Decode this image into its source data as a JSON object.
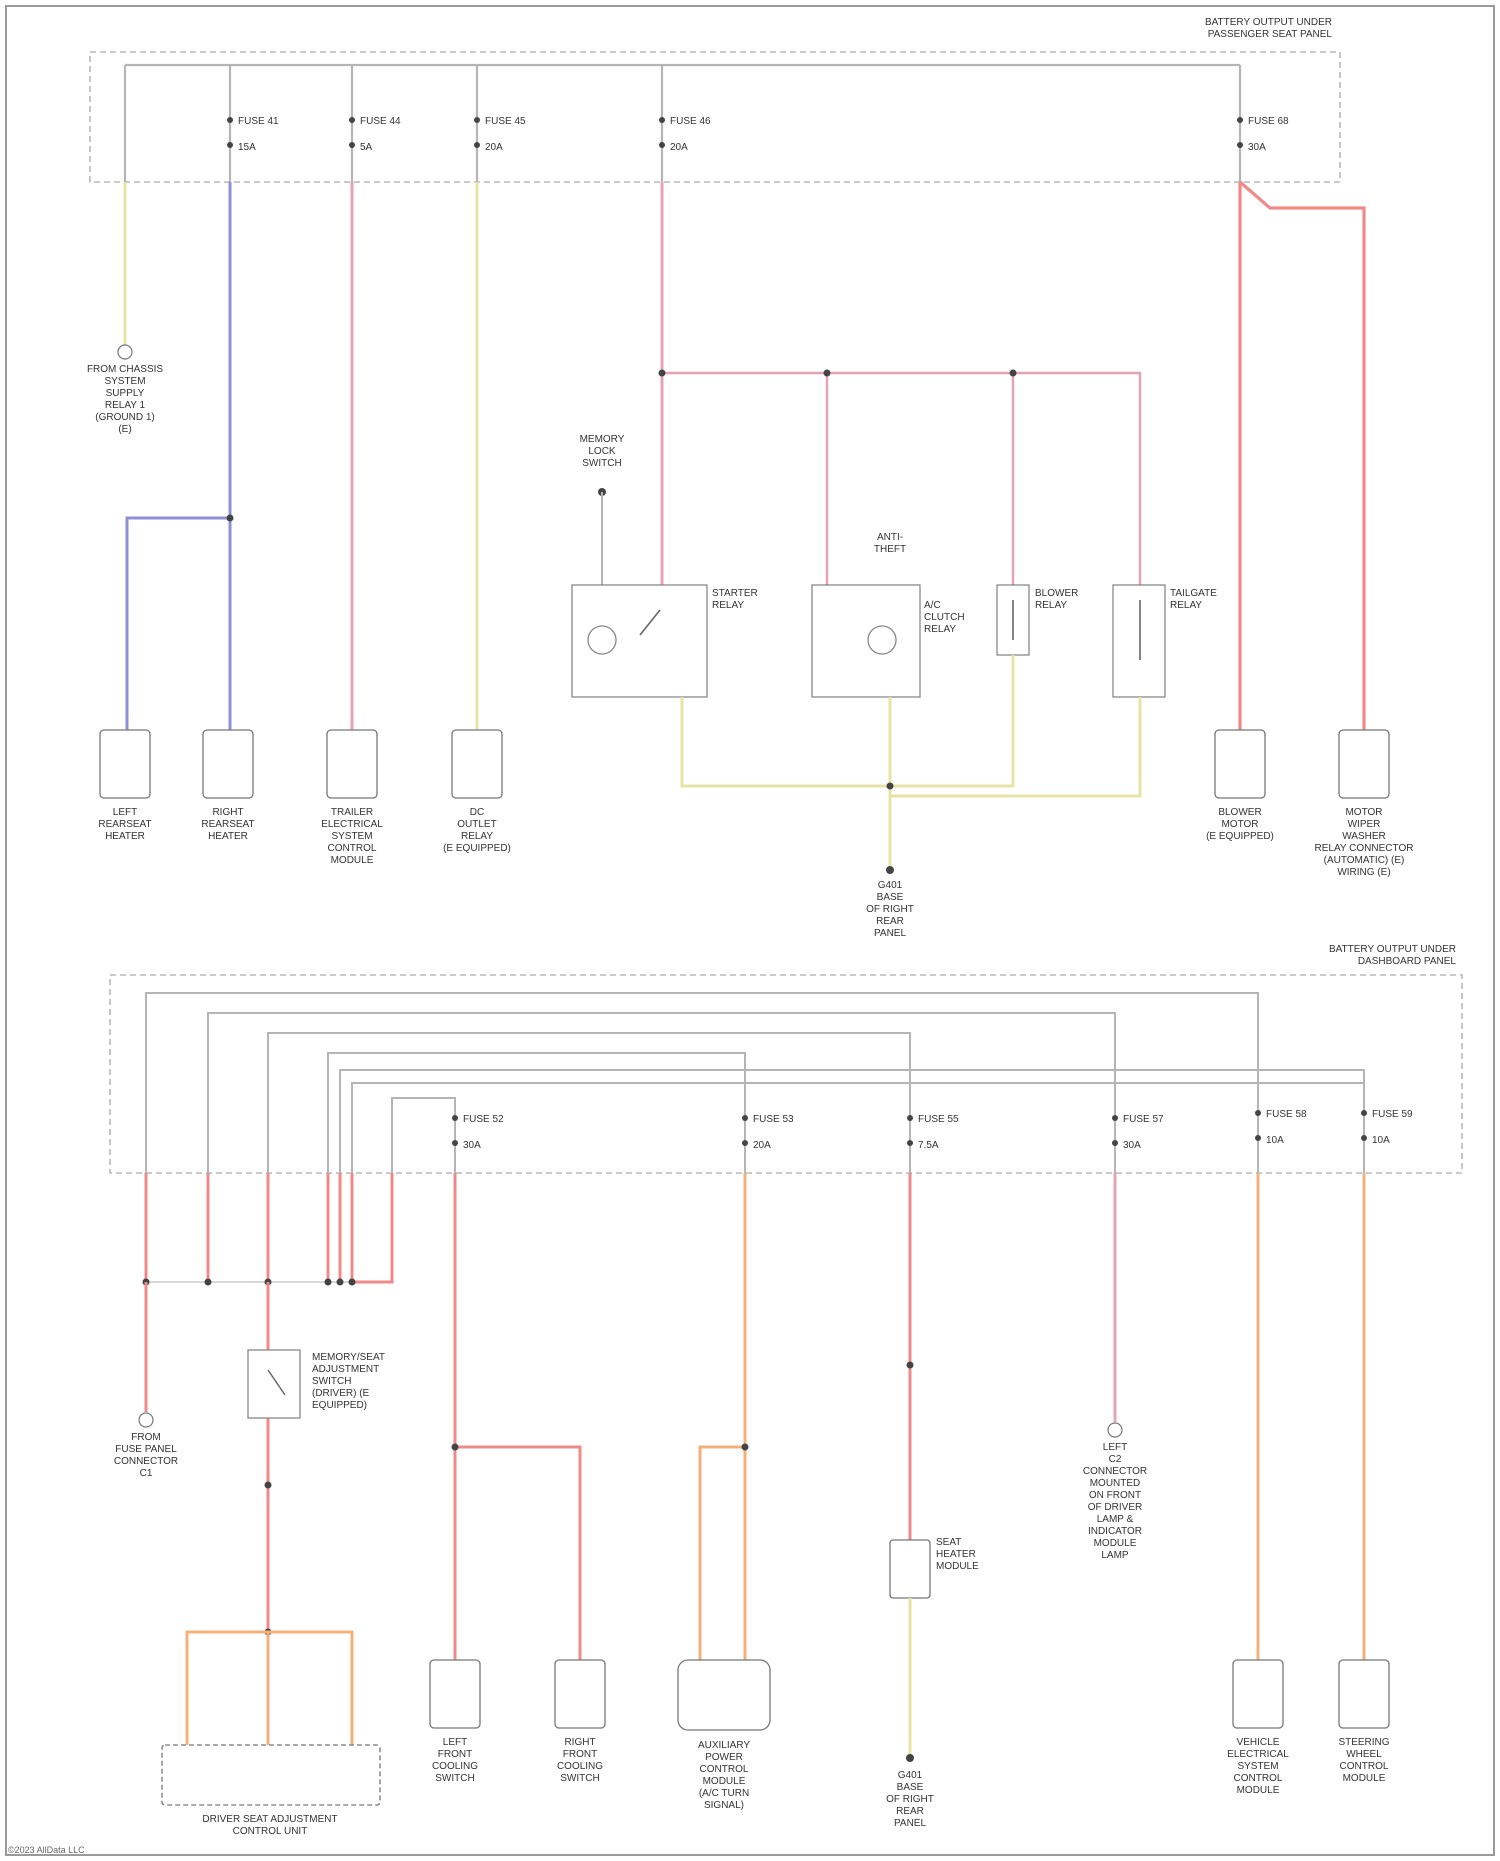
{
  "colors": {
    "wire_red": "#f08a8a",
    "wire_pink": "#e6a3b4",
    "wire_blue": "#8f8fd6",
    "wire_yellow": "#e7e3a5",
    "wire_orange": "#f4b07a",
    "wire_gray": "#b5b5b5",
    "frame": "#9a9a9a"
  },
  "diagram": {
    "top_panel_label": "BATTERY OUTPUT UNDER\nPASSENGER SEAT PANEL",
    "bottom_panel_label": "BATTERY OUTPUT UNDER\nDASHBOARD PANEL",
    "top_fuses": [
      {
        "name": "FUSE 41",
        "rating": "15A"
      },
      {
        "name": "FUSE 44",
        "rating": "5A"
      },
      {
        "name": "FUSE 45",
        "rating": "20A"
      },
      {
        "name": "FUSE 46",
        "rating": "20A"
      },
      {
        "name": "FUSE 68",
        "rating": "30A"
      }
    ],
    "bottom_fuses": [
      {
        "name": "FUSE 52",
        "rating": "30A"
      },
      {
        "name": "FUSE 53",
        "rating": "20A"
      },
      {
        "name": "FUSE 55",
        "rating": "7.5A"
      },
      {
        "name": "FUSE 57",
        "rating": "30A"
      },
      {
        "name": "FUSE 58",
        "rating": "10A"
      },
      {
        "name": "FUSE 59",
        "rating": "10A"
      }
    ],
    "top_components": [
      {
        "label": "LEFT\nREARSEAT\nHEATER"
      },
      {
        "label": "RIGHT\nREARSEAT\nHEATER"
      },
      {
        "label": "TRAILER\nELECTRICAL\nSYSTEM\nCONTROL\nMODULE"
      },
      {
        "label": "DC\nOUTLET\nRELAY\n(E EQUIPPED)"
      },
      {
        "label": "BLOWER\nMOTOR\n(E EQUIPPED)"
      },
      {
        "label": "MOTOR\nWIPER\nWASHER\nRELAY CONNECTOR\n(AUTOMATIC) (E)\nWIRING (E)"
      }
    ],
    "top_misc": {
      "left_connector": "FROM CHASSIS\nSYSTEM\nSUPPLY\nRELAY 1\n(GROUND 1)\n(E)",
      "ground_label": "G401\nBASE\nOF RIGHT\nREAR\nPANEL",
      "relays": [
        "STARTER\nRELAY",
        "A/C\nCLUTCH\nRELAY",
        "BLOWER\nRELAY",
        "TAILGATE\nRELAY"
      ],
      "sensor_label": "MEMORY\nLOCK\nSWITCH",
      "anti_theft_label": "ANTI-\nTHEFT"
    },
    "bottom_components": [
      {
        "label": "DRIVER SEAT ADJUSTMENT\nCONTROL UNIT"
      },
      {
        "label": "LEFT\nFRONT\nCOOLING\nSWITCH"
      },
      {
        "label": "RIGHT\nFRONT\nCOOLING\nSWITCH"
      },
      {
        "label": "AUXILIARY\nPOWER\nCONTROL\nMODULE\n(A/C TURN\nSIGNAL)"
      },
      {
        "label": "SEAT\nHEATER\nMODULE"
      },
      {
        "label": "VEHICLE\nELECTRICAL\nSYSTEM\nCONTROL\nMODULE"
      },
      {
        "label": "STEERING\nWHEEL\nCONTROL\nMODULE"
      }
    ],
    "bottom_misc": {
      "left_connector": "FROM\nFUSE PANEL\nCONNECTOR\nC1",
      "switch_label": "MEMORY/SEAT\nADJUSTMENT\nSWITCH\n(DRIVER) (E\nEQUIPPED)",
      "ground_label": "G401\nBASE\nOF RIGHT\nREAR\nPANEL",
      "right_connector": "LEFT\nC2\nCONNECTOR\nMOUNTED\nON FRONT\nOF DRIVER\nLAMP &\nINDICATOR\nMODULE\nLAMP"
    },
    "credit": "©2023 AllData LLC"
  }
}
